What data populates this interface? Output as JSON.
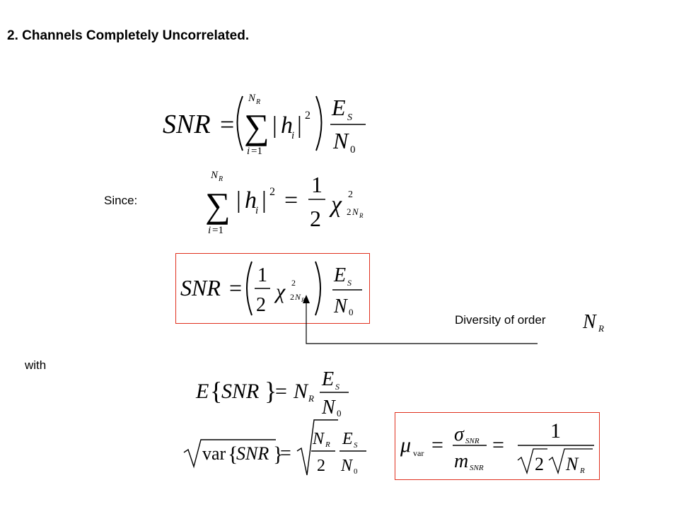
{
  "heading": "2. Channels Completely Uncorrelated.",
  "labels": {
    "since": "Since:",
    "with": "with",
    "diversity": "Diversity of order"
  },
  "colors": {
    "highlight_box": "#e0301e",
    "arrow": "#000000"
  },
  "equations": {
    "snr_sum": "SNR = ( Σ_{i=1}^{N_R} |h_i|^2 ) E_S / N_0",
    "sum_identity": "Σ_{i=1}^{N_R} |h_i|^2 = (1/2) χ^2_{2N_R}",
    "snr_chi": "SNR = ( (1/2) χ^2_{2N_R} ) E_S / N_0",
    "expectation": "E{SNR} = N_R E_S / N_0",
    "std": "sqrt(var{SNR}) = sqrt(N_R / 2) E_S / N_0",
    "mu_var": "μ_var = σ_SNR / m_SNR = 1 / (sqrt(2) sqrt(N_R))"
  }
}
